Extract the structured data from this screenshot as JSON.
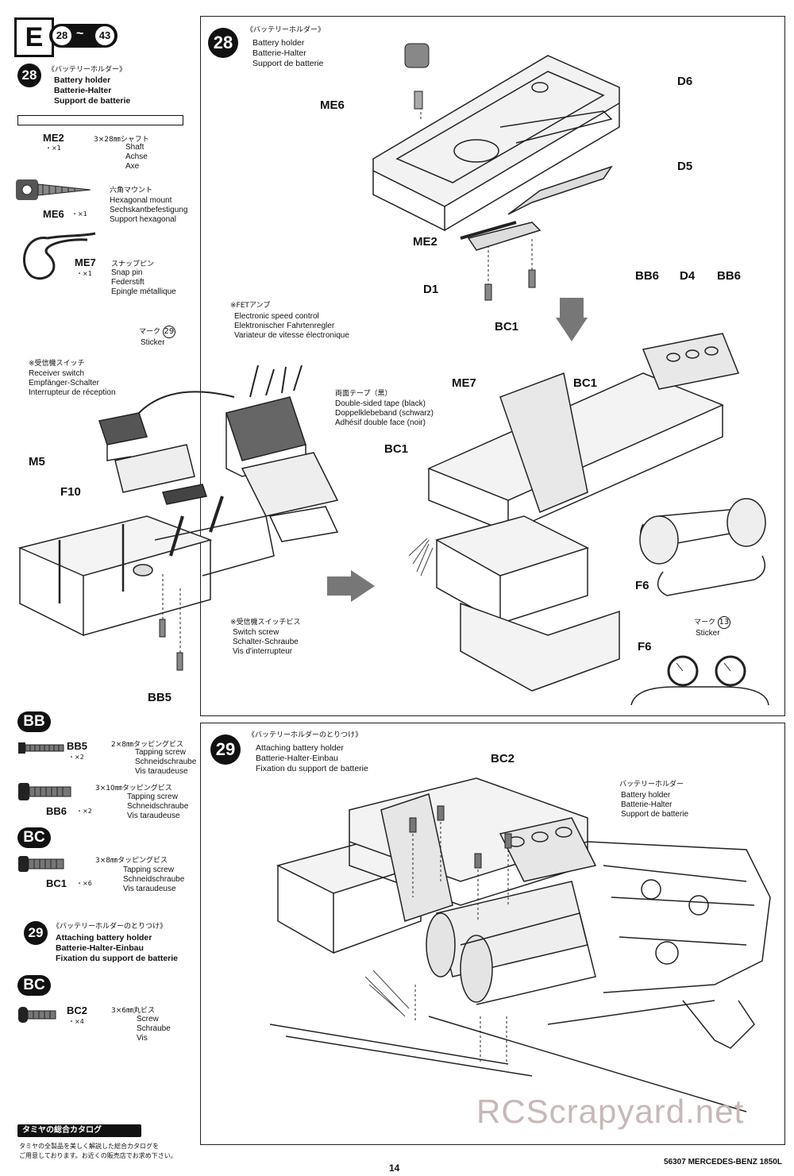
{
  "section": {
    "letter": "E",
    "from": "28",
    "sep": "~",
    "to": "43"
  },
  "left": {
    "step28": {
      "num": "28",
      "jp": "《バッテリーホルダー》",
      "en": "Battery holder",
      "de": "Batterie-Halter",
      "fr": "Support de batterie"
    },
    "me2": {
      "code": "ME2",
      "qty": "・×1",
      "jp": "3×28㎜シャフト",
      "en": "Shaft",
      "de": "Achse",
      "fr": "Axe"
    },
    "me6": {
      "code": "ME6",
      "qty": "・×1",
      "jp": "六角マウント",
      "en": "Hexagonal mount",
      "de": "Sechskantbefestigung",
      "fr": "Support hexagonal"
    },
    "me7": {
      "code": "ME7",
      "qty": "・×1",
      "jp": "スナップピン",
      "en": "Snap pin",
      "de": "Federstift",
      "fr": "Epingle métallique"
    },
    "bb": {
      "badge": "BB"
    },
    "bb5": {
      "code": "BB5",
      "qty": "・×2",
      "jp": "2×8㎜タッピングビス",
      "en": "Tapping screw",
      "de": "Schneidschraube",
      "fr": "Vis taraudeuse"
    },
    "bb6": {
      "code": "BB6",
      "qty": "・×2",
      "jp": "3×10㎜タッピングビス",
      "en": "Tapping screw",
      "de": "Schneidschraube",
      "fr": "Vis taraudeuse"
    },
    "bc": {
      "badge": "BC"
    },
    "bc1": {
      "code": "BC1",
      "qty": "・×6",
      "jp": "3×8㎜タッピングビス",
      "en": "Tapping screw",
      "de": "Schneidschraube",
      "fr": "Vis taraudeuse"
    },
    "step29": {
      "num": "29",
      "jp": "《バッテリーホルダーのとりつけ》",
      "en": "Attaching battery holder",
      "de": "Batterie-Halter-Einbau",
      "fr": "Fixation du support de batterie"
    },
    "bc_b": {
      "badge": "BC"
    },
    "bc2": {
      "code": "BC2",
      "qty": "・×4",
      "jp": "3×6㎜丸ビス",
      "en": "Screw",
      "de": "Schraube",
      "fr": "Vis"
    },
    "catalog": {
      "title": "タミヤの総合カタログ",
      "line1": "タミヤの全製品を美しく解説した総合カタログを",
      "line2": "ご用意しております。お近くの販売店でお求め下さい。"
    }
  },
  "top_panel": {
    "step": {
      "num": "28",
      "jp": "《バッテリーホルダー》",
      "en": "Battery holder",
      "de": "Batterie-Halter",
      "fr": "Support de batterie"
    },
    "labels": {
      "me6": "ME6",
      "d6": "D6",
      "d5": "D5",
      "me2": "ME2",
      "d1": "D1",
      "bc1_a": "BC1",
      "bb6_l": "BB6",
      "d4": "D4",
      "bb6_r": "BB6",
      "me7": "ME7",
      "bc1_b": "BC1",
      "bc1_c": "BC1",
      "m5": "M5",
      "f10": "F10",
      "bb5": "BB5",
      "f6_a": "F6",
      "f6_b": "F6"
    },
    "fet": {
      "jp": "※FETアンプ",
      "en": "Electronic speed control",
      "de": "Elektronischer Fahrtenregler",
      "fr": "Variateur de vitesse électronique"
    },
    "mark29": {
      "jp": "マーク",
      "num": "29",
      "en": "Sticker"
    },
    "receiver": {
      "jp": "※受信機スイッチ",
      "en": "Receiver switch",
      "de": "Empfänger-Schalter",
      "fr": "Interrupteur de réception"
    },
    "tape": {
      "jp": "両面テープ（黒）",
      "en": "Double-sided tape (black)",
      "de": "Doppelklebeband (schwarz)",
      "fr": "Adhésif double face (noir)"
    },
    "switchscrew": {
      "jp": "※受信機スイッチビス",
      "en": "Switch screw",
      "de": "Schalter-Schraube",
      "fr": "Vis d'interrupteur"
    },
    "mark13": {
      "jp": "マーク",
      "num": "13",
      "en": "Sticker"
    }
  },
  "bottom_panel": {
    "step": {
      "num": "29",
      "jp": "《バッテリーホルダーのとりつけ》",
      "en": "Attaching battery holder",
      "de": "Batterie-Halter-Einbau",
      "fr": "Fixation du support de batterie"
    },
    "bc2": "BC2",
    "holder": {
      "jp": "バッテリーホルダー",
      "en": "Battery holder",
      "de": "Batterie-Halter",
      "fr": "Support de batterie"
    }
  },
  "footer": {
    "page": "14",
    "model": "56307 MERCEDES-BENZ 1850L",
    "watermark": "RCScrapyard.net"
  }
}
